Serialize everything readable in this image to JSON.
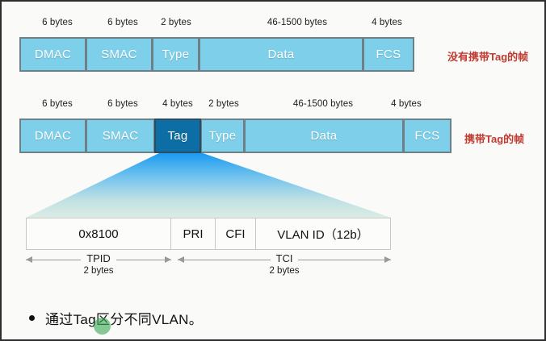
{
  "slide": {
    "background_color": "#fafaf8",
    "accent_color": "#7ed0ea",
    "tag_color": "#0d6ea5",
    "note_color": "#c0392f"
  },
  "untagged_frame": {
    "note": "没有携带Tag的帧",
    "sizes": [
      "6 bytes",
      "6 bytes",
      "2 bytes",
      "46-1500 bytes",
      "4 bytes"
    ],
    "fields": [
      "DMAC",
      "SMAC",
      "Type",
      "Data",
      "FCS"
    ]
  },
  "tagged_frame": {
    "note": "携带Tag的帧",
    "sizes": [
      "6 bytes",
      "6 bytes",
      "4 bytes",
      "2 bytes",
      "46-1500 bytes",
      "4 bytes"
    ],
    "fields": [
      "DMAC",
      "SMAC",
      "Tag",
      "Type",
      "Data",
      "FCS"
    ]
  },
  "tag_detail": {
    "cells": [
      "0x8100",
      "PRI",
      "CFI",
      "VLAN ID（12b）"
    ],
    "measures": [
      {
        "label": "TPID",
        "size": "2 bytes"
      },
      {
        "label": "TCI",
        "size": "2 bytes"
      }
    ]
  },
  "bullet": {
    "text": "通过Tag区分不同VLAN。"
  }
}
